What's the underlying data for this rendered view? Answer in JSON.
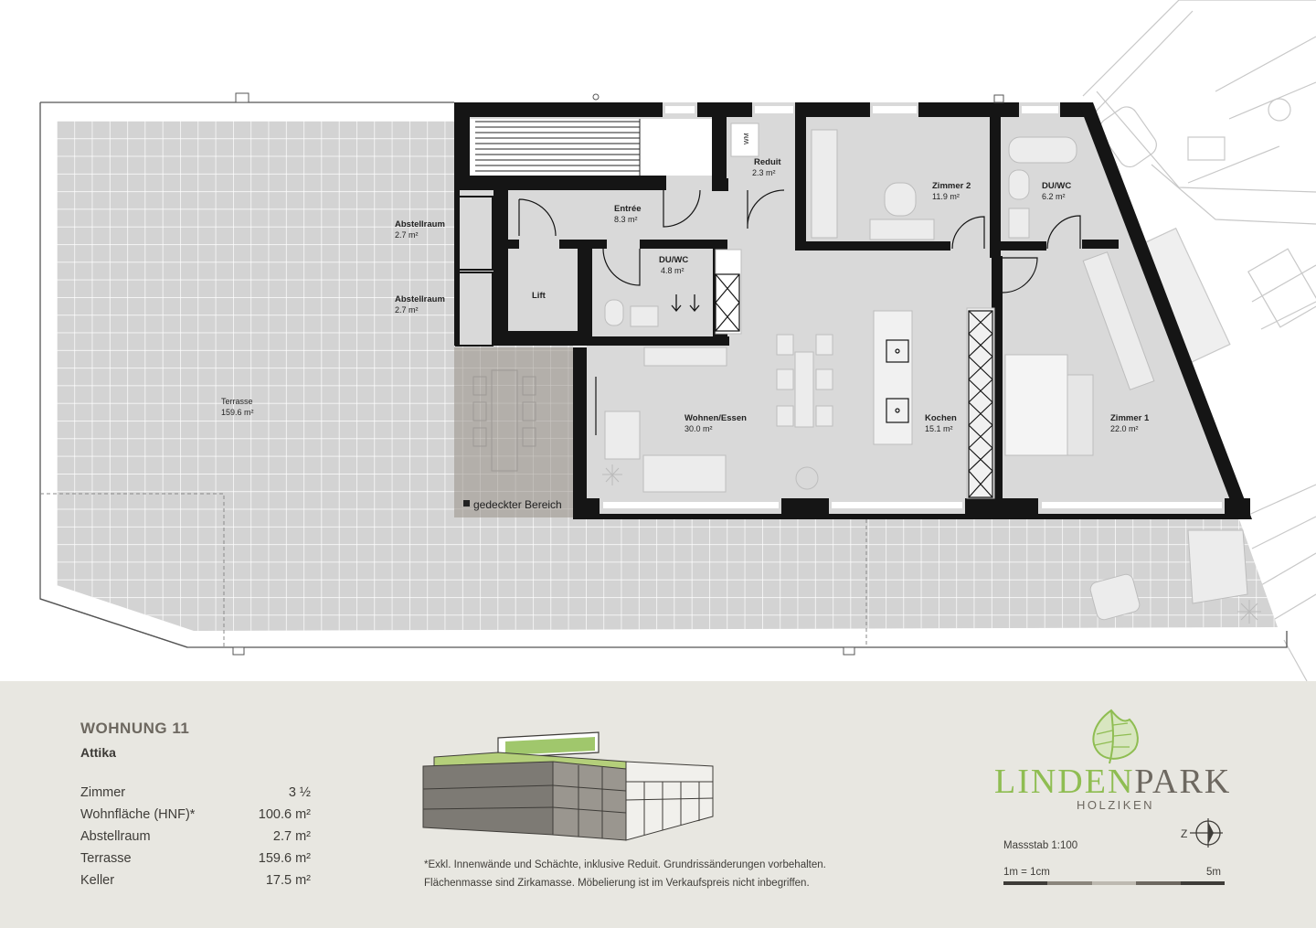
{
  "colors": {
    "wall": "#151515",
    "room_fill": "#d9d9d9",
    "terrace_fill": "#d3d3d3",
    "terrace_grid": "#ffffff",
    "covered_fill": "#b3afaa",
    "footer_bg": "#e8e7e1",
    "brand_green": "#8fbd52",
    "brand_grey": "#6d6860"
  },
  "rooms": {
    "terrasse": {
      "name": "Terrasse",
      "area": "159.6 m²"
    },
    "abstellraum_1": {
      "name": "Abstellraum",
      "area": "2.7 m²"
    },
    "abstellraum_2": {
      "name": "Abstellraum",
      "area": "2.7 m²"
    },
    "lift": {
      "name": "Lift"
    },
    "entree": {
      "name": "Entrée",
      "area": "8.3 m²"
    },
    "reduit": {
      "name": "Reduit",
      "area": "2.3 m²"
    },
    "wm": {
      "name": "WM"
    },
    "zimmer_2": {
      "name": "Zimmer 2",
      "area": "11.9 m²"
    },
    "du_wc_1": {
      "name": "DU/WC",
      "area": "6.2 m²"
    },
    "du_wc_2": {
      "name": "DU/WC",
      "area": "4.8 m²"
    },
    "wohnen_essen": {
      "name": "Wohnen/Essen",
      "area": "30.0 m²"
    },
    "kochen": {
      "name": "Kochen",
      "area": "15.1 m²"
    },
    "zimmer_1": {
      "name": "Zimmer 1",
      "area": "22.0 m²"
    },
    "gedeckter_bereich": {
      "name": "gedeckter Bereich"
    }
  },
  "info": {
    "title": "WOHNUNG 11",
    "subtitle": "Attika",
    "facts": [
      {
        "label": "Zimmer",
        "value": "3 ½"
      },
      {
        "label": "Wohnfläche (HNF)*",
        "value": "100.6 m²"
      },
      {
        "label": "Abstellraum",
        "value": "2.7 m²"
      },
      {
        "label": "Terrasse",
        "value": "159.6 m²"
      },
      {
        "label": "Keller",
        "value": "17.5 m²"
      }
    ],
    "footnote_line1": "*Exkl. Innenwände und Schächte, inklusive Reduit. Grundrissänderungen vorbehalten.",
    "footnote_line2": "Flächenmasse sind Zirkamasse. Möbelierung ist im Verkaufspreis nicht inbegriffen."
  },
  "logo": {
    "word_light": "LINDEN",
    "word_dark": "PARK",
    "subline": "HOLZIKEN",
    "icon": "linden-leaf-icon"
  },
  "scale": {
    "label": "Massstab 1:100",
    "left": "1m = 1cm",
    "right": "5m",
    "segment_colors": [
      "#3e3c38",
      "#8a857c",
      "#bdb9b0",
      "#6d6860",
      "#3e3c38"
    ]
  },
  "north_icon": "compass-north-icon",
  "building_icon": "building-3d-icon"
}
